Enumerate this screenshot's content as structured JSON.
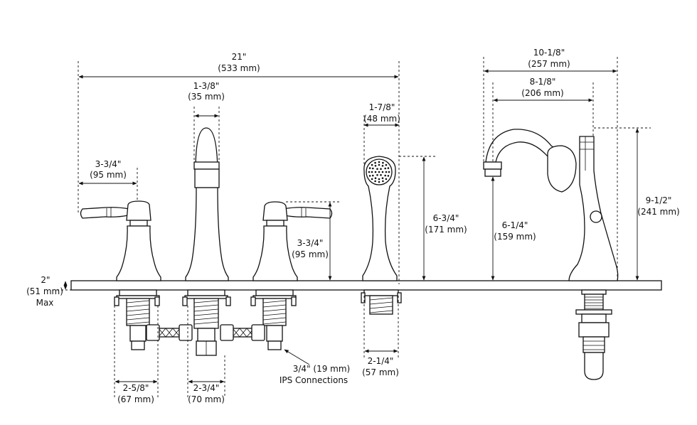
{
  "dimensions": {
    "overall_width": {
      "in": "21\"",
      "mm": "(533 mm)"
    },
    "spout_width": {
      "in": "1-3/8\"",
      "mm": "(35 mm)"
    },
    "handle_reach": {
      "in": "3-3/4\"",
      "mm": "(95 mm)"
    },
    "handle_height": {
      "in": "3-3/4\"",
      "mm": "(95 mm)"
    },
    "handshower_width": {
      "in": "1-7/8\"",
      "mm": "(48 mm)"
    },
    "handshower_height": {
      "in": "6-3/4\"",
      "mm": "(171 mm)"
    },
    "spout_projection": {
      "in": "10-1/8\"",
      "mm": "(257 mm)"
    },
    "spout_reach": {
      "in": "8-1/8\"",
      "mm": "(206 mm)"
    },
    "spout_outlet_height": {
      "in": "6-1/4\"",
      "mm": "(159 mm)"
    },
    "overall_height": {
      "in": "9-1/2\"",
      "mm": "(241 mm)"
    },
    "deck_thickness": {
      "in": "2\"",
      "mm": "(51 mm)",
      "note": "Max"
    },
    "valve_base": {
      "in": "2-5/8\"",
      "mm": "(67 mm)"
    },
    "spout_base": {
      "in": "2-3/4\"",
      "mm": "(70 mm)"
    },
    "handshower_base": {
      "in": "2-1/4\"",
      "mm": "(57 mm)"
    }
  },
  "connections_note": {
    "line1": "3/4\" (19 mm)",
    "line2": "IPS Connections"
  }
}
